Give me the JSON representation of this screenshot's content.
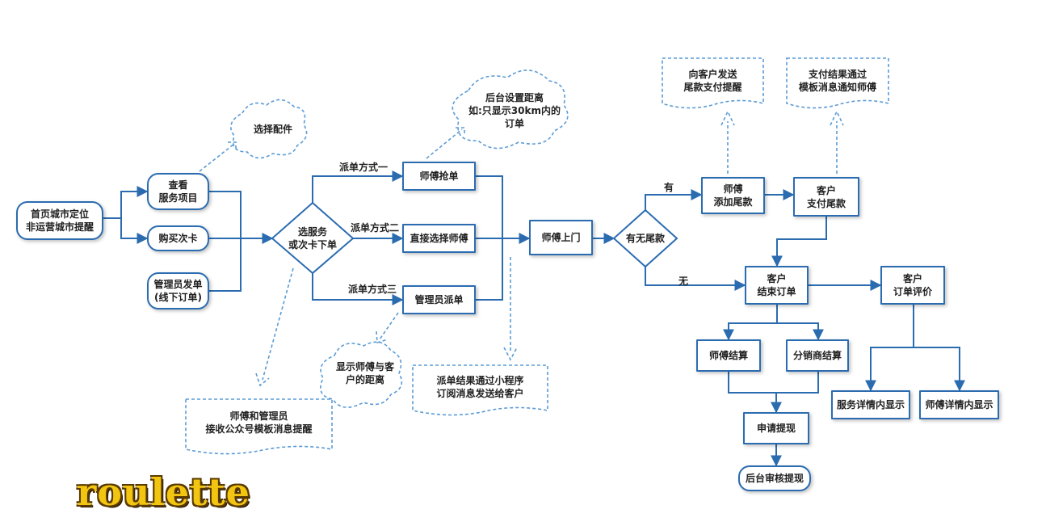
{
  "nodes": {
    "start": "首页城市定位\n非运营城市提醒",
    "view_services": "查看\n服务项目",
    "buy_card": "购买次卡",
    "admin_order": "管理员发单\n(线下订单)",
    "select_service": "选服务\n或次卡下单",
    "grab_order": "师傅抢单",
    "direct_select": "直接选择师傅",
    "admin_dispatch": "管理员派单",
    "master_visit": "师傅上门",
    "balance_question": "有无尾款",
    "add_balance": "师傅\n添加尾款",
    "pay_balance": "客户\n支付尾款",
    "end_order": "客户\n结束订单",
    "evaluate": "客户\n订单评价",
    "master_settle": "师傅结算",
    "distributor_settle": "分销商结算",
    "apply_withdraw": "申请提现",
    "review_withdraw": "后台审核提现",
    "service_detail": "服务详情内显示",
    "master_detail": "师傅详情内显示"
  },
  "notes": {
    "choose_parts": "选择配件",
    "distance_setting": "后台设置距离\n如:只显示30km内的\n订单",
    "show_distance": "显示师傅与客\n户的距离",
    "dispatch_result": "派单结果通过小程序\n订阅消息发送给客户",
    "template_notice": "师傅和管理员\n接收公众号模板消息提醒",
    "balance_reminder": "向客户发送\n尾款支付提醒",
    "payment_result": "支付结果通过\n模板消息通知师傅"
  },
  "edge_labels": {
    "method1": "派单方式一",
    "method2": "派单方式二",
    "method3": "派单方式三",
    "yes": "有",
    "no": "无"
  },
  "watermark": "roulette",
  "colors": {
    "stroke": "#2b6cb0",
    "dashed": "#5b9bd5",
    "watermark": "#f2c511"
  }
}
